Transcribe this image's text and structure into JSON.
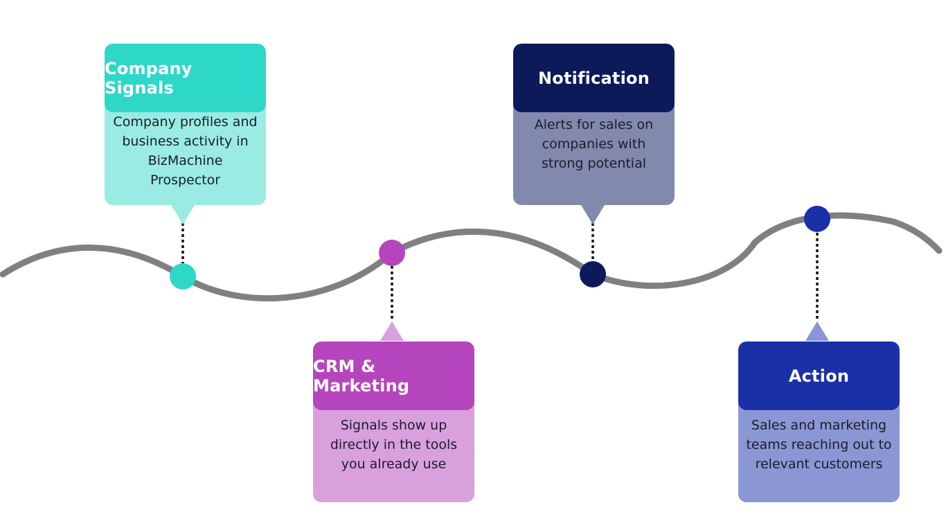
{
  "steps": [
    {
      "title": "Company Signals",
      "text": "Company profiles and business activity in BizMachine Prospector",
      "head_color": "#2ed8c9",
      "body_color": "#9aebe3",
      "dot_color": "#2ed8c9"
    },
    {
      "title": "CRM & Marketing",
      "text": "Signals show up directly in the tools you already use",
      "head_color": "#b545bd",
      "body_color": "#d9a0de",
      "dot_color": "#b545bd"
    },
    {
      "title": "Notification",
      "text": "Alerts for sales on companies with strong potential",
      "head_color": "#0c1a59",
      "body_color": "#8189ad",
      "dot_color": "#0c1a59"
    },
    {
      "title": "Action",
      "text": "Sales and marketing teams reaching out to relevant customers",
      "head_color": "#1a30a6",
      "body_color": "#8b96d4",
      "dot_color": "#1a30a6"
    }
  ],
  "colors": {
    "path": "#808080",
    "connector": "#111111"
  }
}
